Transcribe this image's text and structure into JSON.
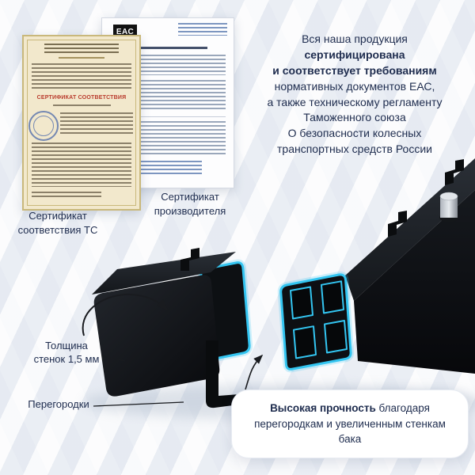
{
  "colors": {
    "accent_cyan": "#33c5f1",
    "navy_text": "#1e2c4e",
    "tank_black": "#0a0c0f",
    "cert_title_red": "#b93a2c",
    "background": "#f2f4f8"
  },
  "certificates": {
    "left": {
      "title": "СЕРТИФИКАТ СООТВЕТСТВИЯ",
      "caption_line1": "Сертификат",
      "caption_line2": "соответствия ТС"
    },
    "right": {
      "eac_mark": "ЕАС",
      "caption_line1": "Сертификат",
      "caption_line2": "производителя"
    }
  },
  "headline": {
    "lines": [
      {
        "text": "Вся наша продукция",
        "bold": false
      },
      {
        "text": "сертифицирована",
        "bold": true
      },
      {
        "text": "и соответствует требованиям",
        "bold": true
      },
      {
        "text": "нормативных документов ЕАС,",
        "bold": false
      },
      {
        "text": "а также техническому регламенту",
        "bold": false
      },
      {
        "text": "Таможенного союза",
        "bold": false
      },
      {
        "text": "О безопасности колесных",
        "bold": false
      },
      {
        "text": "транспортных средств России",
        "bold": false
      }
    ]
  },
  "callouts": {
    "wall_thickness": {
      "line1": "Толщина",
      "line2": "стенок 1,5 мм"
    },
    "baffles": {
      "label": "Перегородки"
    },
    "strength": {
      "bold": "Высокая прочность",
      "rest": " благодаря перегородкам и увеличенным стенкам бака"
    }
  }
}
